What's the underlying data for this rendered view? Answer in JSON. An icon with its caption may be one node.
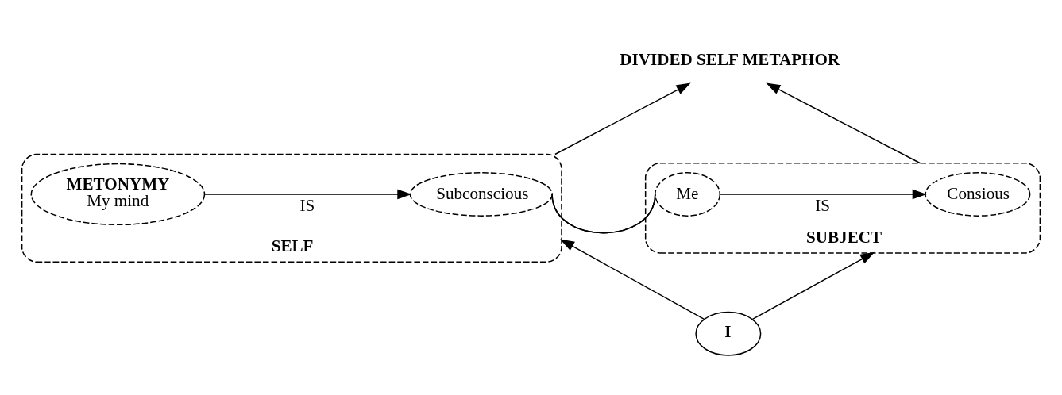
{
  "diagram": {
    "nodes": [
      {
        "text": [
          "DIVIDED SELF METAPHOR"
        ]
      },
      {
        "text": [
          "SELF"
        ]
      },
      {
        "text": [
          "METONYMY",
          "My mind"
        ],
        "in": 1
      },
      {
        "text": [
          "Subconscious"
        ],
        "in": 1
      },
      {
        "text": [
          "SUBJECT"
        ]
      },
      {
        "text": [
          "Me"
        ],
        "in": 4
      },
      {
        "text": [
          "Consious"
        ],
        "in": 4
      },
      {
        "text": [
          "I"
        ]
      }
    ],
    "edges": [
      {
        "from": 1,
        "to": 0,
        "arrow": "to"
      },
      {
        "from": 4,
        "to": 0,
        "arrow": "to"
      },
      {
        "from": 2,
        "to": 3,
        "arrow": "to",
        "label": "IS"
      },
      {
        "from": 5,
        "to": 6,
        "arrow": "to",
        "label": "IS"
      },
      {
        "from": 1,
        "to": 4,
        "arrow": "none"
      },
      {
        "from": 7,
        "to": 1,
        "arrow": "to"
      },
      {
        "from": 7,
        "to": 4,
        "arrow": "to"
      }
    ]
  }
}
